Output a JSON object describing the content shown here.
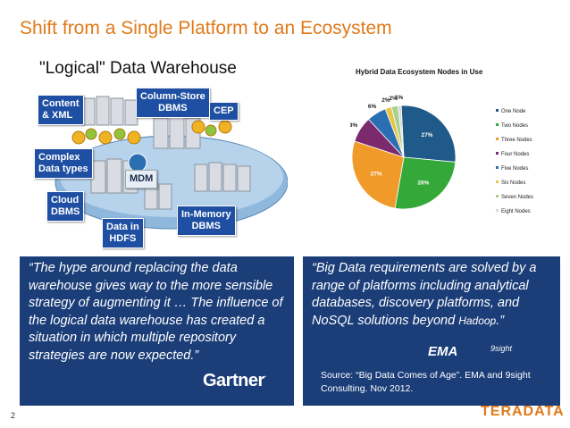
{
  "slide": {
    "title": "Shift from a Single Platform to an Ecosystem",
    "subtitle": "\"Logical\" Data Warehouse",
    "page_number": "2",
    "brand": "TERADATA"
  },
  "diagram": {
    "labels": {
      "content_xml": "Content\n& XML",
      "column_store": "Column-Store\nDBMS",
      "cep": "CEP",
      "complex_data": "Complex\nData types",
      "mdm": "MDM",
      "cloud": "Cloud\nDBMS",
      "in_memory": "In-Memory\nDBMS",
      "hdfs": "Data in\nHDFS"
    }
  },
  "chart_data": {
    "type": "pie",
    "title": "Hybrid Data Ecosystem Nodes in Use",
    "categories": [
      "One Node",
      "Two Nodes",
      "Three Nodes",
      "Four Nodes",
      "Five Nodes",
      "Six Nodes",
      "Seven Nodes",
      "Eight Nodes"
    ],
    "values": [
      27,
      26,
      27,
      8,
      6,
      2,
      2,
      1
    ],
    "labels": [
      "27%",
      "26%",
      "27%",
      "8%",
      "6%",
      "2%",
      "2%",
      "1%"
    ],
    "colors": [
      "#1f5a8a",
      "#35a83a",
      "#f09a2a",
      "#7b2a6e",
      "#2b6fb3",
      "#e8c44a",
      "#a9d18e",
      "#d9d9d9"
    ],
    "legend_position": "right"
  },
  "left_panel": {
    "quote": "“The hype around replacing the data warehouse gives way to the more sensible strategy of augmenting it … The influence of the logical data warehouse has created a situation in which multiple repository strategies are now expected.”",
    "logo_text": "Gartner",
    "logo_reg": "."
  },
  "right_panel": {
    "quote_main": "“Big Data requirements are solved by a range of platforms including analytical databases, discovery platforms, and NoSQL solutions beyond ",
    "quote_hadoop": "Hadoop",
    "quote_end": ".”",
    "ema_logo": "EMA",
    "ninesight_logo": "9sight",
    "source": "Source: “Big Data Comes of Age”. EMA and 9sight Consulting. Nov 2012."
  }
}
